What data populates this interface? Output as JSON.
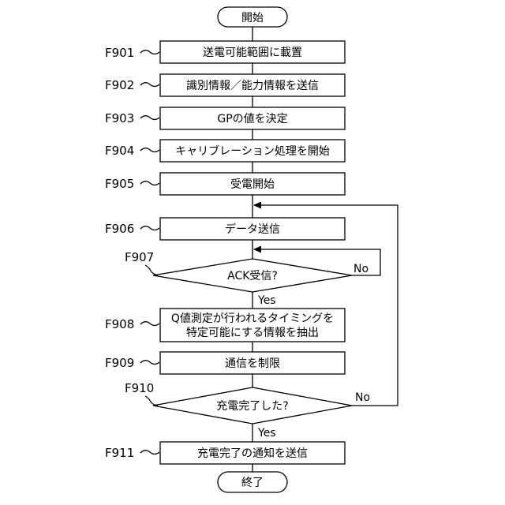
{
  "start": {
    "label": "開始"
  },
  "end": {
    "label": "終了"
  },
  "steps": [
    {
      "id": "F901",
      "label": "送電可能範囲に載置"
    },
    {
      "id": "F902",
      "label": "識別情報／能力情報を送信"
    },
    {
      "id": "F903",
      "label": "GPの値を決定"
    },
    {
      "id": "F904",
      "label": "キャリブレーション処理を開始"
    },
    {
      "id": "F905",
      "label": "受電開始"
    },
    {
      "id": "F906",
      "label": "データ送信"
    },
    {
      "id": "F907",
      "label": "ACK受信?",
      "yes": "Yes",
      "no": "No"
    },
    {
      "id": "F908",
      "label_line1": "Q値測定が行われるタイミングを",
      "label_line2": "特定可能にする情報を抽出"
    },
    {
      "id": "F909",
      "label": "通信を制限"
    },
    {
      "id": "F910",
      "label": "充電完了した?",
      "yes": "Yes",
      "no": "No"
    },
    {
      "id": "F911",
      "label": "充電完了の通知を送信"
    }
  ]
}
